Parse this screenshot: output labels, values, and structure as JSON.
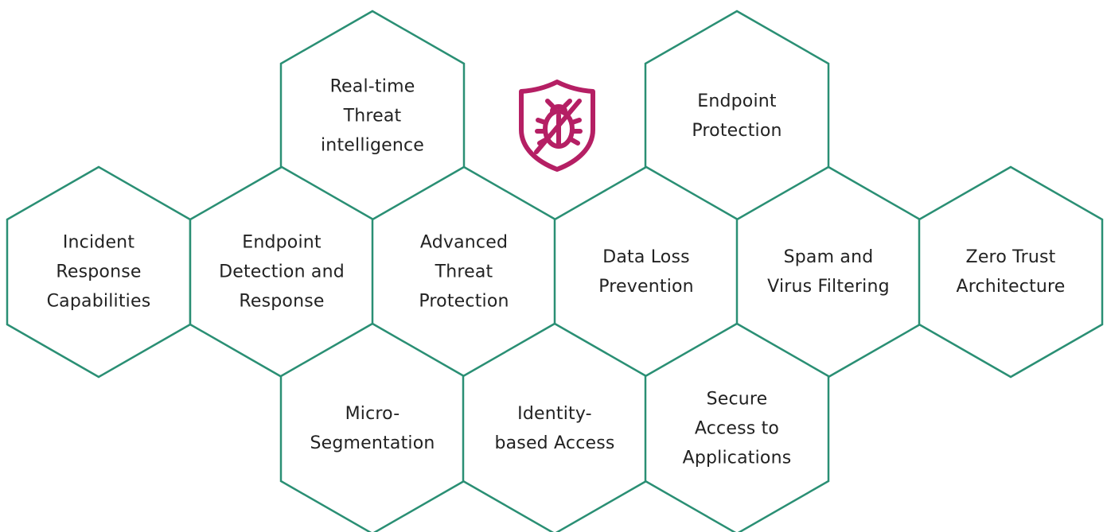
{
  "hexagons": [
    {
      "id": "real-time-threat-intelligence",
      "lines": [
        "Real-time",
        "Threat",
        "intelligence"
      ]
    },
    {
      "id": "endpoint-protection",
      "lines": [
        "Endpoint",
        "Protection"
      ]
    },
    {
      "id": "incident-response-capabilities",
      "lines": [
        "Incident",
        "Response",
        "Capabilities"
      ]
    },
    {
      "id": "endpoint-detection-and-response",
      "lines": [
        "Endpoint",
        "Detection and",
        "Response"
      ]
    },
    {
      "id": "advanced-threat-protection",
      "lines": [
        "Advanced",
        "Threat",
        "Protection"
      ]
    },
    {
      "id": "data-loss-prevention",
      "lines": [
        "Data Loss",
        "Prevention"
      ]
    },
    {
      "id": "spam-and-virus-filtering",
      "lines": [
        "Spam and",
        "Virus Filtering"
      ]
    },
    {
      "id": "zero-trust-architecture",
      "lines": [
        "Zero Trust",
        "Architecture"
      ]
    },
    {
      "id": "micro-segmentation",
      "lines": [
        "Micro-",
        "Segmentation"
      ]
    },
    {
      "id": "identity-based-access",
      "lines": [
        "Identity-",
        "based Access"
      ]
    },
    {
      "id": "secure-access-to-applications",
      "lines": [
        "Secure",
        "Access to",
        "Applications"
      ]
    }
  ],
  "icon": {
    "name": "shield-no-bug-icon",
    "color": "#b51f64"
  },
  "colors": {
    "hex_stroke": "#2a8f74",
    "text": "#222222",
    "accent": "#b51f64"
  }
}
